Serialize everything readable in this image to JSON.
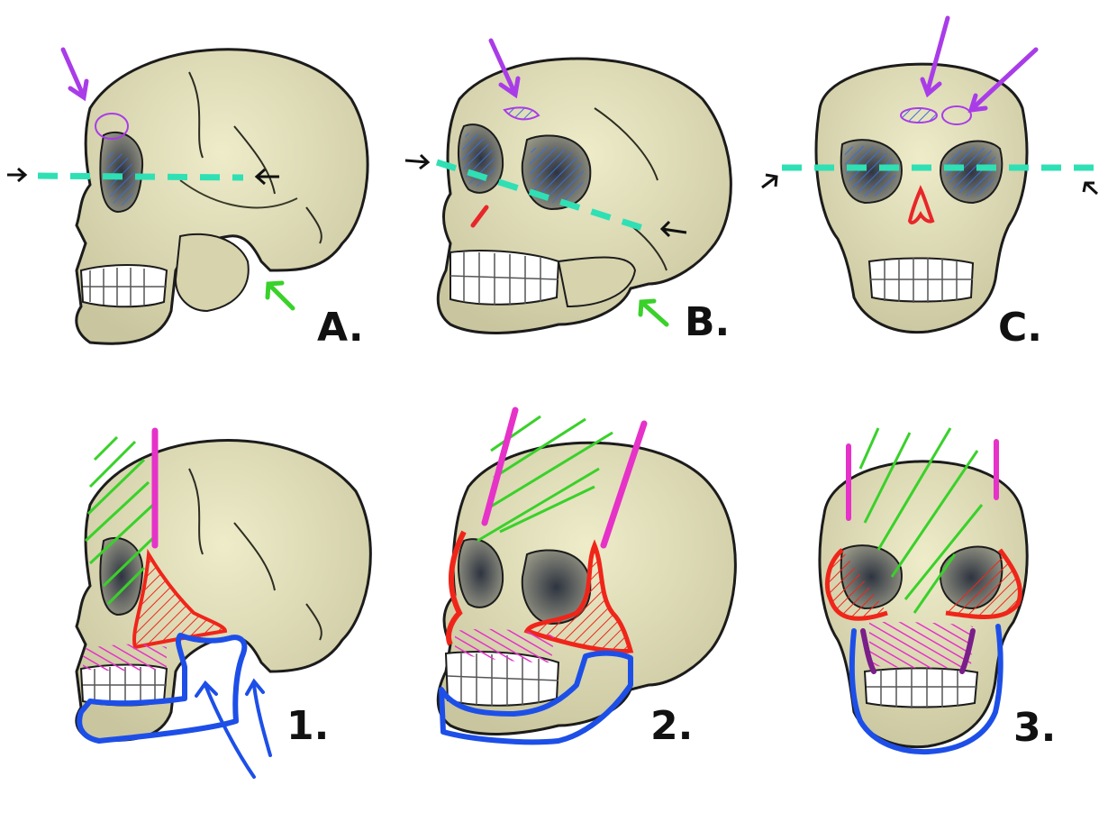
{
  "colors": {
    "bone": "#e6e3bd",
    "bone_shadow": "#b9b690",
    "outline": "#1c1c1c",
    "socket": "#6f7a8a",
    "hatch_blue": "#3b6fd6",
    "arrow_purple": "#a93ce8",
    "eye_line_cyan": "#2fe0b4",
    "arrow_green": "#39d12a",
    "nasal_red": "#e8262a",
    "contour_magenta": "#e632c8",
    "cheek_red": "#f0251a",
    "jaw_blue": "#1d4fe8",
    "dark_purple": "#7a1e8a"
  },
  "panels": [
    {
      "id": "A",
      "label": "A.",
      "view": "profile"
    },
    {
      "id": "B",
      "label": "B.",
      "view": "three-quarter"
    },
    {
      "id": "C",
      "label": "C.",
      "view": "front"
    },
    {
      "id": "1",
      "label": "1.",
      "view": "profile"
    },
    {
      "id": "2",
      "label": "2.",
      "view": "three-quarter"
    },
    {
      "id": "3",
      "label": "3.",
      "view": "front"
    }
  ]
}
